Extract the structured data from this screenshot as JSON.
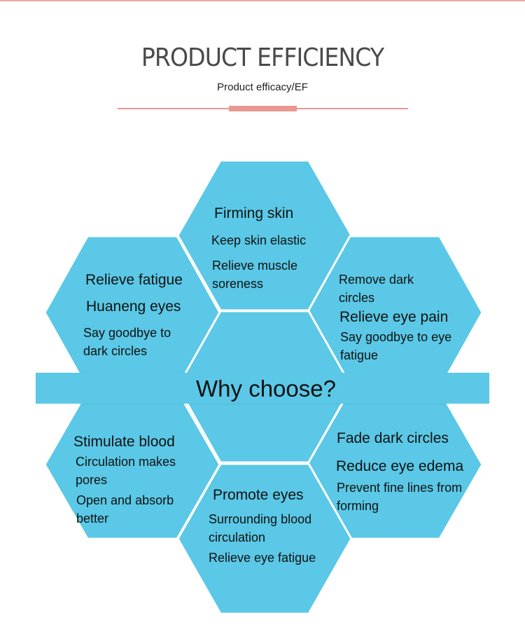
{
  "header": {
    "title": "PRODUCT EFFICIENCY",
    "subtitle": "Product efficacy/EF"
  },
  "center": {
    "label": "Why choose?"
  },
  "cells": {
    "top": {
      "heading": "Firming skin",
      "line1": "Keep skin elastic",
      "line2": "Relieve muscle",
      "line3": "soreness"
    },
    "upper_left": {
      "heading": "Relieve fatigue",
      "heading2": "Huaneng eyes",
      "line1": "Say goodbye to",
      "line2": "dark circles"
    },
    "upper_right": {
      "line1": "Remove dark",
      "line2": "circles",
      "heading": "Relieve eye pain",
      "line3": "Say goodbye to eye",
      "line4": "fatigue"
    },
    "lower_left": {
      "heading": "Stimulate blood",
      "line1": "Circulation makes",
      "line2": "pores",
      "line3": "Open and absorb",
      "line4": "better"
    },
    "lower_right": {
      "heading": "Fade dark circles",
      "heading2": "Reduce eye edema",
      "line1": "Prevent fine lines from",
      "line2": "forming"
    },
    "bottom": {
      "heading": "Promote eyes",
      "line1": "Surrounding blood",
      "line2": "circulation",
      "line3": "Relieve eye fatigue"
    }
  },
  "colors": {
    "hex_fill": "#5ac8e6",
    "accent": "#e89793",
    "hex_border": "#ffffff"
  }
}
